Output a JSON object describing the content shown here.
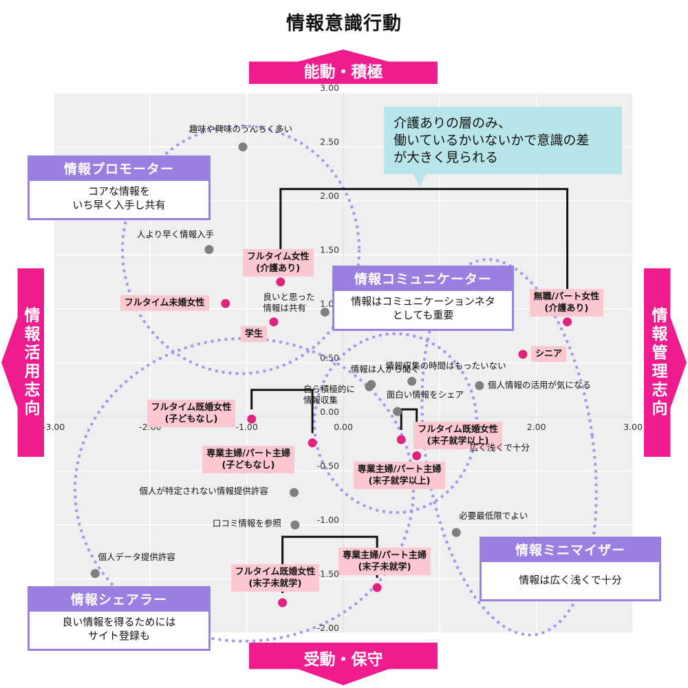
{
  "title": "情報意識行動",
  "axes": {
    "top": "能動・積極",
    "bottom": "受動・保守",
    "left": "情報活用志向",
    "right": "情報管理志向"
  },
  "callout": {
    "lines": [
      "介護ありの層のみ、",
      "働いているかいないかで意識の差",
      "が大きく見られる"
    ]
  },
  "personas": [
    {
      "key": "promoter",
      "title": "情報プロモーター",
      "lines": [
        "コアな情報を",
        "いち早く入手し共有"
      ]
    },
    {
      "key": "communicator",
      "title": "情報コミュニケーター",
      "lines": [
        "情報はコミュニケーションネタ",
        "としても重要"
      ]
    },
    {
      "key": "minimizer",
      "title": "情報ミニマイザー",
      "lines": [
        "情報は広く浅くで十分"
      ]
    },
    {
      "key": "sharer",
      "title": "情報シェアラー",
      "lines": [
        "良い情報を得るためには",
        "サイト登録も"
      ]
    }
  ],
  "colors": {
    "segment_point": "#e2237d",
    "attitude_point": "#7f7f7f",
    "persona": "#9b7fe0",
    "arrow": "#ee1c8e",
    "label_bg": "#fbc8d2",
    "callout_bg": "#b8e5ea",
    "plot_bg": "#efefef",
    "grid": "#ffffff"
  },
  "chart_data": {
    "type": "scatter",
    "title": "情報意識行動",
    "xlim": [
      -3.0,
      3.0
    ],
    "ylim": [
      -2.0,
      3.0
    ],
    "x_ticks": [
      "-3.00",
      "-2.00",
      "-1.00",
      "0.00",
      "1.00",
      "2.00",
      "3.00"
    ],
    "y_ticks": [
      "-2.00",
      "-1.50",
      "-1.00",
      "-0.50",
      "0.00",
      "0.50",
      "1.00",
      "1.50",
      "2.00",
      "2.50",
      "3.00"
    ],
    "grid": true,
    "series": [
      {
        "name": "segments",
        "points": [
          {
            "label": "フルタイム女性\n(介護あり)",
            "x": -0.65,
            "y": 1.25
          },
          {
            "label": "フルタイム未婚女性",
            "x": -1.22,
            "y": 1.05
          },
          {
            "label": "学生",
            "x": -0.72,
            "y": 0.88
          },
          {
            "label": "無職/パート女性\n(介護あり)",
            "x": 2.32,
            "y": 0.88
          },
          {
            "label": "シニア",
            "x": 1.86,
            "y": 0.58
          },
          {
            "label": "フルタイム既婚女性\n(子どもなし)",
            "x": -0.95,
            "y": -0.02
          },
          {
            "label": "専業主婦/パート主婦\n(子どもなし)",
            "x": -0.32,
            "y": -0.24
          },
          {
            "label": "フルタイム既婚女性\n(末子就学以上)",
            "x": 0.6,
            "y": -0.21
          },
          {
            "label": "専業主婦/パート主婦\n(末子就学以上)",
            "x": 0.76,
            "y": -0.36
          },
          {
            "label": "専業主婦/パート主婦\n(末子未就学)",
            "x": 0.35,
            "y": -1.58
          },
          {
            "label": "フルタイム既婚女性\n(末子未就学)",
            "x": -0.63,
            "y": -1.72
          }
        ]
      },
      {
        "name": "attitudes",
        "points": [
          {
            "label": "趣味や興味のうんちく多い",
            "x": -1.04,
            "y": 2.5
          },
          {
            "label": "人より早く情報入手",
            "x": -1.39,
            "y": 1.55
          },
          {
            "label": "良いと思った\n情報は共有",
            "x": -0.19,
            "y": 0.97
          },
          {
            "label": "情報は人から聞く",
            "x": 0.29,
            "y": 0.3
          },
          {
            "label": "自ら積極的に\n情報収集",
            "x": 0.27,
            "y": 0.28
          },
          {
            "label": "情報収集の時間はもったいない",
            "x": 0.71,
            "y": 0.33
          },
          {
            "label": "個人情報の活用が気になる",
            "x": 1.41,
            "y": 0.29
          },
          {
            "label": "面白い情報をシェア",
            "x": 0.56,
            "y": 0.05
          },
          {
            "label": "広く浅くで十分",
            "x": 1.21,
            "y": -0.26
          },
          {
            "label": "個人が特定されない情報提供許容",
            "x": -0.51,
            "y": -0.7
          },
          {
            "label": "口コミ情報を参照",
            "x": -0.5,
            "y": -1.0
          },
          {
            "label": "必要最低限でよい",
            "x": 1.17,
            "y": -1.07
          },
          {
            "label": "個人データ提供許容",
            "x": -2.57,
            "y": -1.45
          }
        ]
      }
    ],
    "dendrograms": [
      {
        "from": "フルタイム女性(介護あり)",
        "to": "無職/パート女性(介護あり)"
      },
      {
        "from": "フルタイム既婚女性(子どもなし)",
        "to": "専業主婦/パート主婦(子どもなし)"
      },
      {
        "from": "専業主婦/パート主婦(末子就学以上)",
        "to": "フルタイム既婚女性(末子就学以上)"
      },
      {
        "from": "フルタイム既婚女性(末子未就学)",
        "to": "専業主婦/パート主婦(末子未就学)"
      }
    ]
  }
}
